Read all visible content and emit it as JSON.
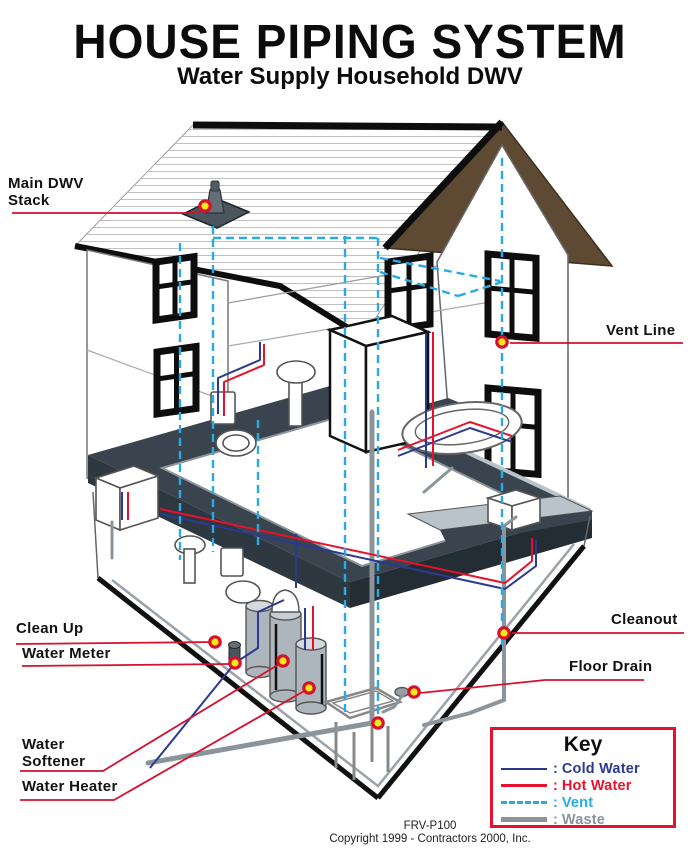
{
  "title": "HOUSE PIPING SYSTEM",
  "subtitle": "Water Supply Household DWV",
  "callouts": {
    "main_dwv_stack_line1": "Main DWV",
    "main_dwv_stack_line2": "Stack",
    "vent_line": "Vent Line",
    "clean_up": "Clean Up",
    "water_meter": "Water Meter",
    "water_softener_line1": "Water",
    "water_softener_line2": "Softener",
    "water_heater": "Water Heater",
    "cleanout": "Cleanout",
    "floor_drain": "Floor Drain"
  },
  "key": {
    "title": "Key",
    "colon": ":",
    "items": [
      {
        "name": "cold-water",
        "label": "Cold Water",
        "color": "#2b3990",
        "style": "solid"
      },
      {
        "name": "hot-water",
        "label": "Hot Water",
        "color": "#e8112d",
        "style": "solid"
      },
      {
        "name": "vent",
        "label": "Vent",
        "color": "#29abe2",
        "style": "dashed"
      },
      {
        "name": "waste",
        "label": "Waste",
        "color": "#8b949b",
        "style": "thick"
      }
    ]
  },
  "footer": {
    "code": "FRV-P100",
    "copyright": "Copyright 1999 - Contractors 2000, Inc."
  },
  "colors": {
    "cold_water": "#2b3990",
    "hot_water": "#e8112d",
    "vent": "#29abe2",
    "waste": "#8b949b",
    "leader": "#d6102d",
    "marker_fill": "#f7e817",
    "marker_ring": "#d6102d",
    "roof": "#5e4a33",
    "floor_slab": "#39444f"
  }
}
